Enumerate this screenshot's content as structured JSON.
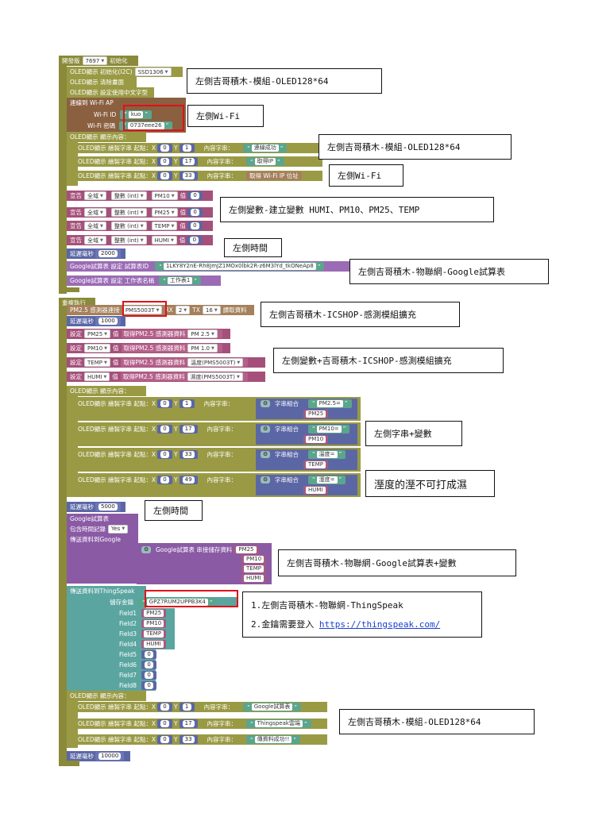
{
  "init": {
    "title": "開發版",
    "board": "7697",
    "init_label": "初始化",
    "oled_init": "OLED顯示 初始化(I2C)",
    "oled_model": "SSD1306",
    "oled_clear": "OLED顯示 清除畫面",
    "oled_font": "OLED顯示 設定使用中文字型",
    "wifi_connect": "連線到 Wi-Fi AP",
    "wifi_id_label": "Wi-Fi ID",
    "wifi_id": "kuo",
    "wifi_pw_label": "Wi-Fi 密碼",
    "wifi_pw": "0737eee26",
    "oled_show": "OLED顯示 顯示內容：",
    "draw_rows": [
      {
        "prefix": "OLED顯示 繪製字串 起點：X",
        "x": "0",
        "y": "1",
        "content_label": "內容字串：",
        "text": "連線成功"
      },
      {
        "prefix": "OLED顯示 繪製字串 起點：X",
        "x": "0",
        "y": "17",
        "content_label": "內容字串：",
        "text": "取得IP"
      },
      {
        "prefix": "OLED顯示 繪製字串 起點：X",
        "x": "0",
        "y": "33",
        "content_label": "內容字串：",
        "text": "取得 Wi-Fi IP 位址"
      }
    ],
    "declares": [
      {
        "d1": "宣告",
        "scope": "全域",
        "type_lbl": "整數 (int)",
        "name": "PM10",
        "val_lbl": "值",
        "val": "0"
      },
      {
        "d1": "宣告",
        "scope": "全域",
        "type_lbl": "整數 (int)",
        "name": "PM25",
        "val_lbl": "值",
        "val": "0"
      },
      {
        "d1": "宣告",
        "scope": "全域",
        "type_lbl": "整數 (int)",
        "name": "TEMP",
        "val_lbl": "值",
        "val": "0"
      },
      {
        "d1": "宣告",
        "scope": "全域",
        "type_lbl": "整數 (int)",
        "name": "HUMI",
        "val_lbl": "值",
        "val": "0"
      }
    ],
    "delay_label": "延遲毫秒",
    "delay": "2000",
    "gs_id_label": "Google試算表 設定 試算表ID",
    "gs_id": "1LKY8Y2nE-Rh8JmJZ1MOx0lbk2R-z6M3lYd_tkONeAp8",
    "gs_sheet_label": "Google試算表 設定 工作表名稱",
    "gs_sheet": "工作表1"
  },
  "loop": {
    "title": "重複執行",
    "pms_label": "PM2.5 感測器連接",
    "pms_model": "PMS5003T",
    "rx_label": "RX",
    "rx": "2",
    "tx_label": "TX",
    "tx": "16",
    "read_label": "讀取資料",
    "delay_label": "延遲毫秒",
    "delay1": "1000",
    "sets": [
      {
        "set": "設定",
        "name": "PM25",
        "val_lbl": "值",
        "fn": "取得PM2.5 感測器資料",
        "opt": "PM 2.5"
      },
      {
        "set": "設定",
        "name": "PM10",
        "val_lbl": "值",
        "fn": "取得PM2.5 感測器資料",
        "opt": "PM 1.0"
      },
      {
        "set": "設定",
        "name": "TEMP",
        "val_lbl": "值",
        "fn": "取得PM2.5 感測器資料",
        "opt": "溫度(PMS5003T)"
      },
      {
        "set": "設定",
        "name": "HUMI",
        "val_lbl": "值",
        "fn": "取得PM2.5 感測器資料",
        "opt": "濕度(PMS5003T)"
      }
    ],
    "oled_show": "OLED顯示 顯示內容：",
    "draw_rows": [
      {
        "prefix": "OLED顯示 繪製字串 起點：X",
        "x": "0",
        "y": "1",
        "content_label": "內容字串：",
        "join": "字串組合",
        "text": "PM2.5=",
        "var": "PM25"
      },
      {
        "prefix": "OLED顯示 繪製字串 起點：X",
        "x": "0",
        "y": "17",
        "content_label": "內容字串：",
        "join": "字串組合",
        "text": "PM10=",
        "var": "PM10"
      },
      {
        "prefix": "OLED顯示 繪製字串 起點：X",
        "x": "0",
        "y": "33",
        "content_label": "內容字串：",
        "join": "字串組合",
        "text": "溫度=",
        "var": "TEMP"
      },
      {
        "prefix": "OLED顯示 繪製字串 起點：X",
        "x": "0",
        "y": "49",
        "content_label": "內容字串：",
        "join": "字串組合",
        "text": "溼度=",
        "var": "HUMI"
      }
    ],
    "delay2": "5000",
    "gs_block": "Google試算表",
    "gs_time_label": "包含時間記錄",
    "gs_time": "Yes",
    "gs_send": "傳送資料到Google",
    "gs_join": "Google試算表 串接儲存資料",
    "gs_vars": [
      "PM25",
      "PM10",
      "TEMP",
      "HUMI"
    ],
    "ts_send": "傳送資料到ThingSpeak",
    "ts_key_label": "儲存金鑰",
    "ts_key": "GPZ7RUM2UPPB3K4",
    "ts_fields": [
      {
        "label": "Field1",
        "var": "PM25"
      },
      {
        "label": "Field2",
        "var": "PM10"
      },
      {
        "label": "Field3",
        "var": "TEMP"
      },
      {
        "label": "Field4",
        "var": "HUMI"
      },
      {
        "label": "Field5",
        "num": "0"
      },
      {
        "label": "Field6",
        "num": "0"
      },
      {
        "label": "Field7",
        "num": "0"
      },
      {
        "label": "Field8",
        "num": "0"
      }
    ],
    "oled_show2": "OLED顯示 顯示內容：",
    "draw_rows2": [
      {
        "prefix": "OLED顯示 繪製字串 起點：X",
        "x": "0",
        "y": "1",
        "content_label": "內容字串：",
        "text": "Google試算表"
      },
      {
        "prefix": "OLED顯示 繪製字串 起點：X",
        "x": "0",
        "y": "17",
        "content_label": "內容字串：",
        "text": "Thingspeak雲端"
      },
      {
        "prefix": "OLED顯示 繪製字串 起點：X",
        "x": "0",
        "y": "33",
        "content_label": "內容字串：",
        "text": "傳資料成功!!"
      }
    ],
    "delay3": "10000"
  },
  "notes": {
    "n1": "左側吉哥積木-模組-OLED128*64",
    "n2": "左側Wi-Fi",
    "n3": "左側吉哥積木-模組-OLED128*64",
    "n4": "左側Wi-Fi",
    "n5": "左側變數-建立變數 HUMI、PM10、PM25、TEMP",
    "n6": "左側時間",
    "n7": "左側吉哥積木-物聯網-Google試算表",
    "n8": "左側吉哥積木-ICSHOP-感測模組擴充",
    "n9": "左側變數+吉哥積木-ICSHOP-感測模組擴充",
    "n10": "左側字串+變數",
    "n11": "溼度的溼不可打成濕",
    "n12": "左側時間",
    "n13": "左側吉哥積木-物聯網-Google試算表+變數",
    "n14a": "1.左側吉哥積木-物聯網-ThingSpeak",
    "n14b": "2.金鑰需要登入",
    "n14c": "https://thingspeak.com/",
    "n15": "左側吉哥積木-模組-OLED128*64"
  },
  "colors": {
    "highlight": "#e0101a",
    "link": "#1a3fd0"
  }
}
